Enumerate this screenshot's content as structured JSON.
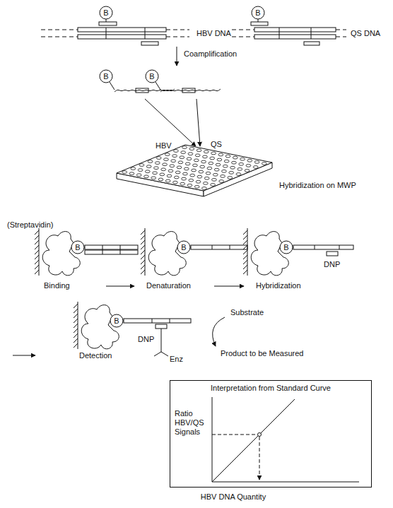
{
  "diagram": {
    "nodes": [
      {
        "text": [
          "Interpretation from Standard Curve",
          "Ratio HBV/QS Signals"
        ]
      }
    ],
    "labels": [
      "B",
      "B",
      "HBV DNA",
      "QS DNA",
      "Coamplification",
      "B",
      "B",
      "HBV",
      "QS",
      "Hybridization on MWP",
      "(Streptavidin)",
      "B",
      "B",
      "B",
      "DNP",
      "Binding",
      "Denaturation",
      "Hybridization",
      "B",
      "DNP",
      "Enz",
      "Detection",
      "Substrate",
      "Product to be Measured",
      "HBV DNA Quantity"
    ]
  }
}
